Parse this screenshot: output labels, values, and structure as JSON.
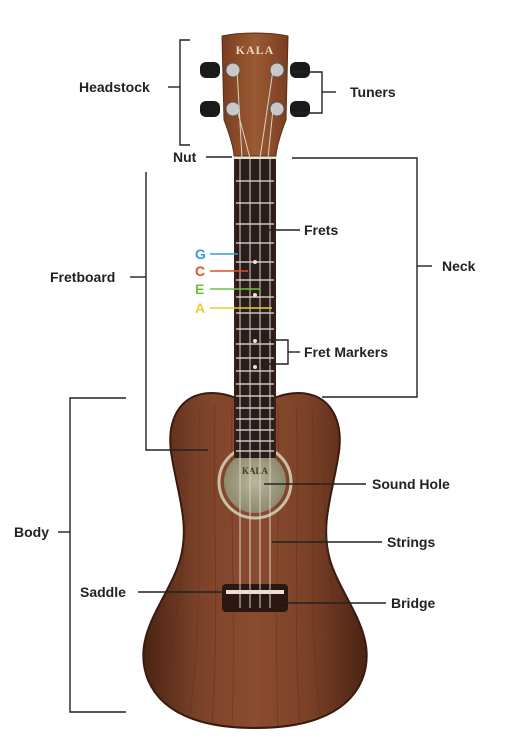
{
  "brand": "KALA",
  "soundhole_label": "KALA",
  "labels": {
    "headstock": "Headstock",
    "tuners": "Tuners",
    "nut": "Nut",
    "neck": "Neck",
    "frets": "Frets",
    "fretboard": "Fretboard",
    "fret_markers": "Fret Markers",
    "sound_hole": "Sound Hole",
    "strings": "Strings",
    "body": "Body",
    "saddle": "Saddle",
    "bridge": "Bridge"
  },
  "string_names": [
    {
      "name": "G",
      "color": "#3a9ad9"
    },
    {
      "name": "C",
      "color": "#e0502a"
    },
    {
      "name": "E",
      "color": "#6cc43c"
    },
    {
      "name": "A",
      "color": "#e3d22a"
    }
  ],
  "colors": {
    "wood_dark": "#5a2c19",
    "wood_mid": "#7a4027",
    "wood_light": "#8e5033",
    "fretboard": "#2a1c18",
    "line": "#222222"
  }
}
